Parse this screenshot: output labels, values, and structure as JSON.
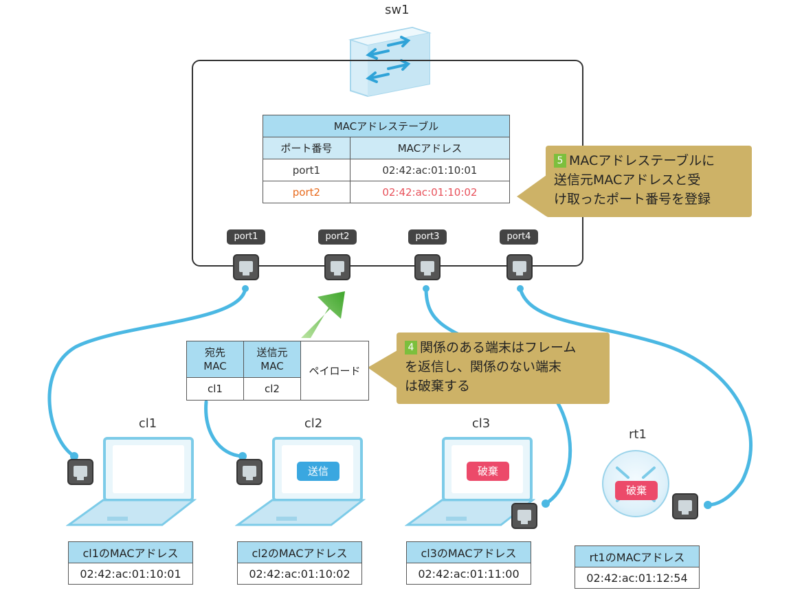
{
  "switch": {
    "name": "sw1"
  },
  "mac_table": {
    "title": "MACアドレステーブル",
    "headers": [
      "ポート番号",
      "MACアドレス"
    ],
    "rows": [
      {
        "port": "port1",
        "mac": "02:42:ac:01:10:01"
      },
      {
        "port": "port2",
        "mac": "02:42:ac:01:10:02"
      }
    ]
  },
  "ports": [
    "port1",
    "port2",
    "port3",
    "port4"
  ],
  "callout5": {
    "number": "5",
    "lines": [
      "MACアドレステーブルに",
      "送信元MACアドレスと受",
      "け取ったポート番号を登録"
    ]
  },
  "callout4": {
    "number": "4",
    "lines": [
      "関係のある端末はフレーム",
      "を返信し、関係のない端末",
      "は破棄する"
    ]
  },
  "frame": {
    "dst_header": [
      "宛先",
      "MAC"
    ],
    "src_header": [
      "送信元",
      "MAC"
    ],
    "payload": "ペイロード",
    "dst_value": "cl1",
    "src_value": "cl2"
  },
  "devices": [
    {
      "name": "cl1",
      "badge": "",
      "addr_title": "cl1のMACアドレス",
      "mac": "02:42:ac:01:10:01"
    },
    {
      "name": "cl2",
      "badge": "送信",
      "addr_title": "cl2のMACアドレス",
      "mac": "02:42:ac:01:10:02"
    },
    {
      "name": "cl3",
      "badge": "破棄",
      "addr_title": "cl3のMACアドレス",
      "mac": "02:42:ac:01:11:00"
    },
    {
      "name": "rt1",
      "badge": "破棄",
      "addr_title": "rt1のMACアドレス",
      "mac": "02:42:ac:01:12:54"
    }
  ],
  "colors": {
    "cable": "#4bb8e3",
    "table_header": "#a9dcf1",
    "callout": "#cdb267",
    "highlight_red": "#e8505a",
    "send_badge": "#3aa7e0",
    "discard_badge": "#ec4a6a",
    "arrow_green": "#5cb83a"
  }
}
